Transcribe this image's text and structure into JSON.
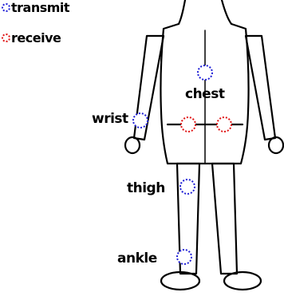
{
  "legend": {
    "transmit": {
      "label": "transmit",
      "color": "#1f1fd6"
    },
    "receive": {
      "label": "receive",
      "color": "#e01515"
    }
  },
  "labels": {
    "chest": "chest",
    "wrist": "wrist",
    "thigh": "thigh",
    "ankle": "ankle"
  }
}
